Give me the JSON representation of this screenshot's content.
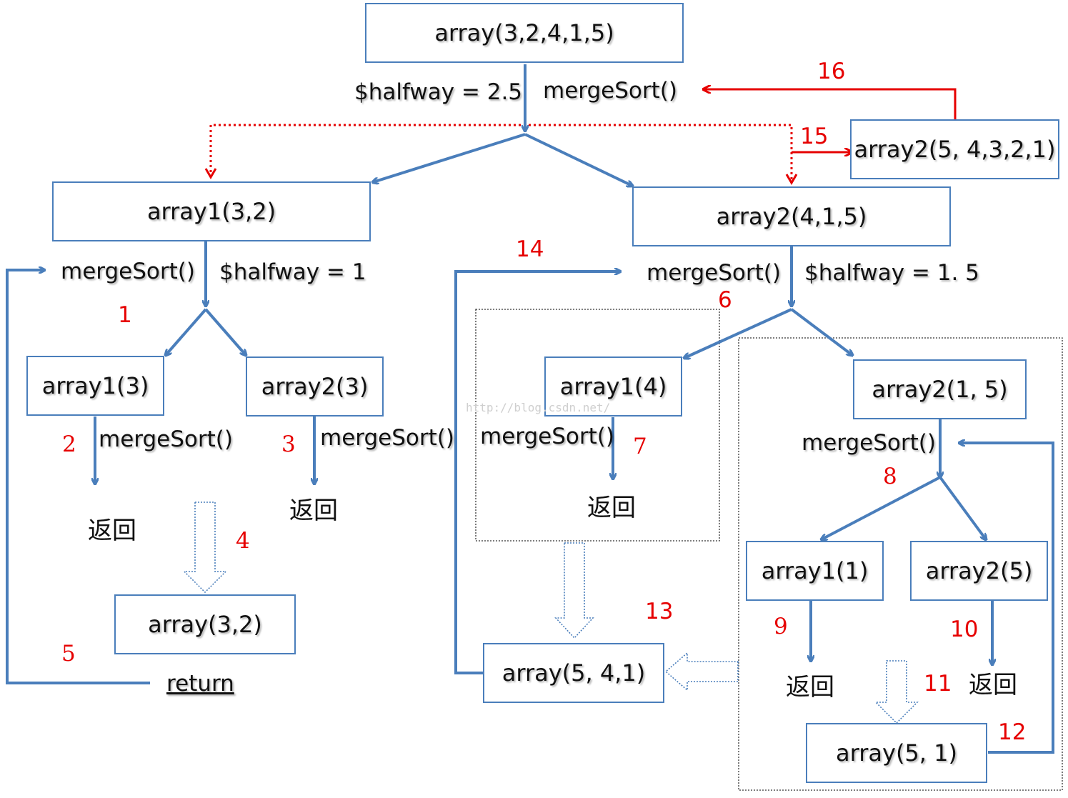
{
  "boxes": {
    "root": "array(3,2,4,1,5)",
    "left": "array1(3,2)",
    "right": "array2(4,1,5)",
    "result_top": "array2(5, 4,3,2,1)",
    "l_a1": "array1(3)",
    "l_a2": "array2(3)",
    "l_merged": "array(3,2)",
    "r_a1": "array1(4)",
    "r_a2": "array2(1, 5)",
    "rr_a1": "array1(1)",
    "rr_a2": "array2(5)",
    "rr_merged": "array(5, 1)",
    "r_merged": "array(5, 4,1)"
  },
  "labels": {
    "halfway_root": "$halfway = 2.5",
    "ms_root": "mergeSort()",
    "ms_left": "mergeSort()",
    "halfway_left": "$halfway = 1",
    "ms_right": "mergeSort()",
    "halfway_right": "$halfway = 1. 5",
    "ms_l_a1": "mergeSort()",
    "ms_l_a2": "mergeSort()",
    "ms_r_a1": "mergeSort()",
    "ms_r_a2": "mergeSort()",
    "ret_l_a1": "返回",
    "ret_l_a2": "返回",
    "ret_r_a1": "返回",
    "ret_rr_a1": "返回",
    "ret_rr_a2": "返回",
    "return": "return",
    "watermark": "http://blog.csdn.net/"
  },
  "steps": [
    "1",
    "2",
    "3",
    "4",
    "5",
    "6",
    "7",
    "8",
    "9",
    "10",
    "11",
    "12",
    "13",
    "14",
    "15",
    "16"
  ],
  "colors": {
    "box_border": "#4a7ebb",
    "arrow": "#4a7ebb",
    "step": "#e60000"
  }
}
